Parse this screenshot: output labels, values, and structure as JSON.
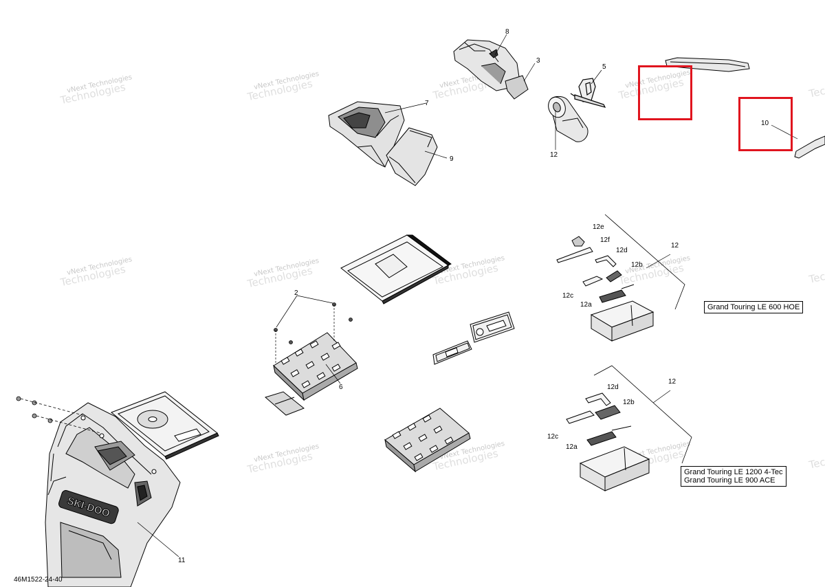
{
  "diagram": {
    "reference_code": "46M1522-24-40",
    "watermark_line1": "vNext Technologies",
    "watermark_line2": "Technologies",
    "watermark_top": "vNext",
    "callouts": {
      "c2": "2",
      "c3": "3",
      "c5": "5",
      "c6": "6",
      "c7": "7",
      "c8": "8",
      "c9": "9",
      "c10": "10",
      "c11": "11",
      "c12_top": "12",
      "c12_mid": "12",
      "c12_low": "12",
      "c12a_1": "12a",
      "c12b_1": "12b",
      "c12c_1": "12c",
      "c12d_1": "12d",
      "c12e": "12e",
      "c12f": "12f",
      "c12a_2": "12a",
      "c12b_2": "12b",
      "c12c_2": "12c",
      "c12d_2": "12d"
    },
    "model_labels": {
      "box1": [
        "Grand Touring LE 600 HOE"
      ],
      "box2": [
        "Grand Touring LE 1200 4-Tec",
        "Grand Touring LE 900 ACE"
      ]
    },
    "badge_text": "SKI-DOO"
  }
}
